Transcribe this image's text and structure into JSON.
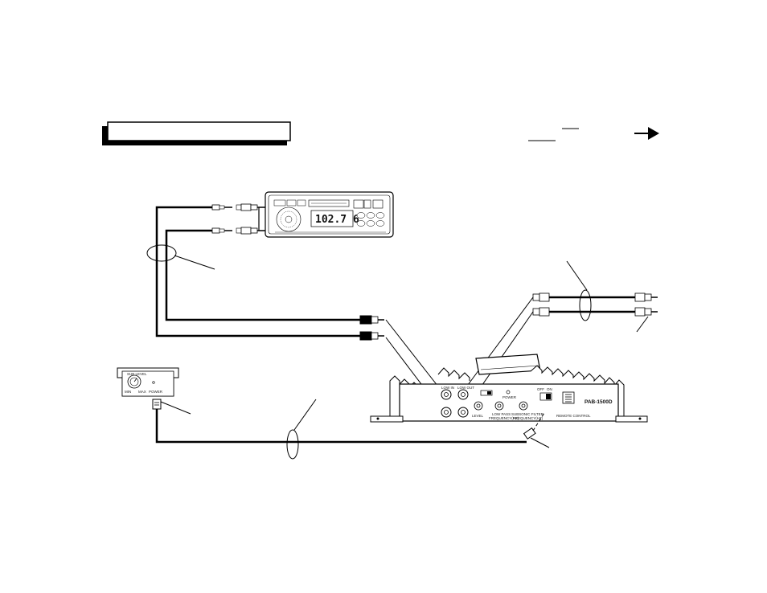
{
  "head_unit": {
    "display": "102.7 6"
  },
  "amplifier": {
    "model": "PAB-1500D",
    "labels": {
      "low_in": "LOW IN",
      "low_out": "LOW OUT",
      "power": "POWER",
      "low_pass": "LOW PASS",
      "low_pass_sub": "FREQUENCY(HZ)",
      "subsonic": "SUBSONIC FILTER",
      "subsonic_sub": "FREQUENCY(HZ)",
      "level": "LEVEL",
      "off": "OFF",
      "on": "ON",
      "remote": "REMOTE CONTROL"
    }
  },
  "remote_unit": {
    "title": "SUB LEVEL",
    "min": "MIN",
    "max": "MAX",
    "power": "POWER"
  },
  "icons": [
    "arrow-right-icon"
  ]
}
